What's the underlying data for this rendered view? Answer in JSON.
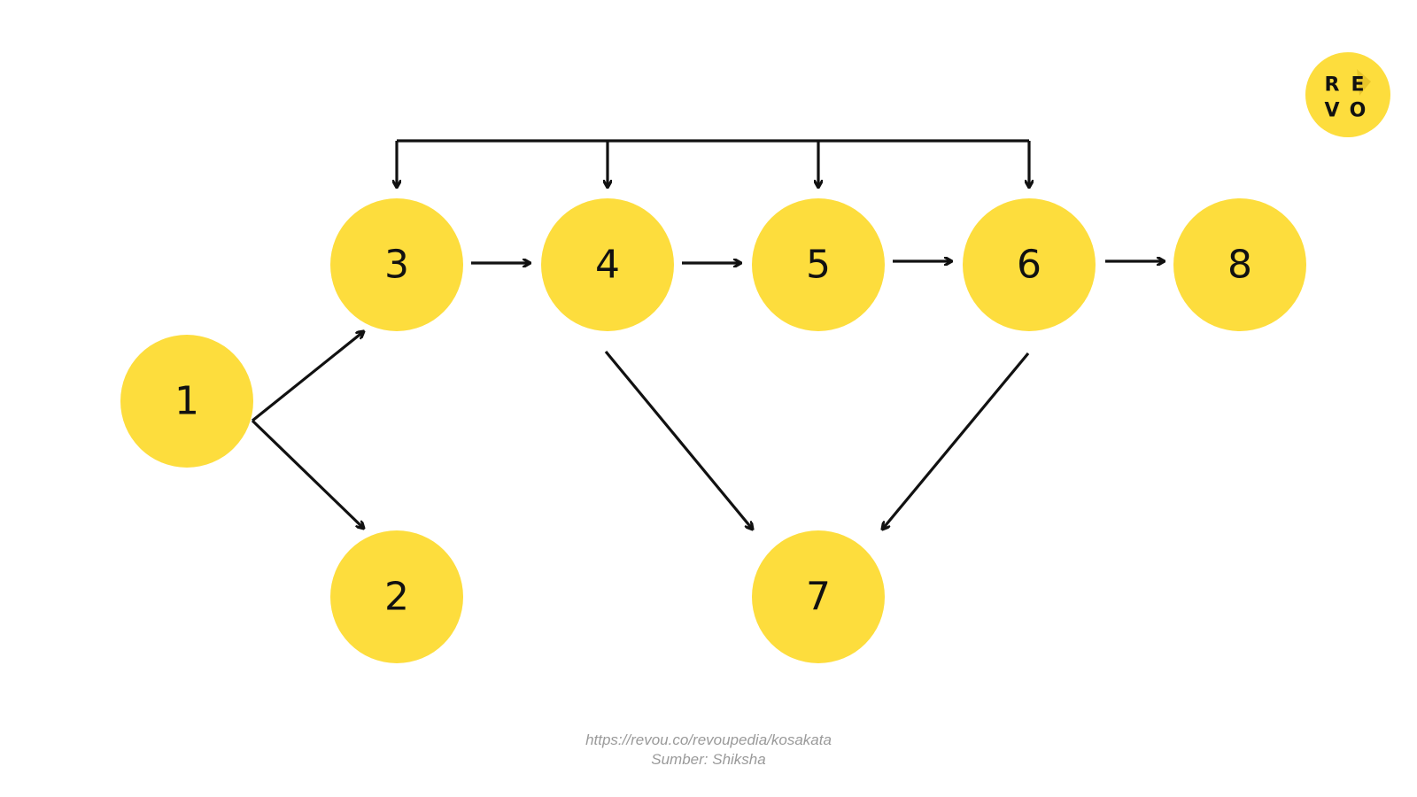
{
  "colors": {
    "node_fill": "#FDDD3D",
    "edge": "#111111",
    "footer_text": "#9a9a9a"
  },
  "logo": {
    "letters": [
      "R",
      "E",
      "V",
      "O"
    ],
    "icon": "revou-logo-icon"
  },
  "nodes": [
    {
      "id": "1",
      "label": "1"
    },
    {
      "id": "2",
      "label": "2"
    },
    {
      "id": "3",
      "label": "3"
    },
    {
      "id": "4",
      "label": "4"
    },
    {
      "id": "5",
      "label": "5"
    },
    {
      "id": "6",
      "label": "6"
    },
    {
      "id": "7",
      "label": "7"
    },
    {
      "id": "8",
      "label": "8"
    }
  ],
  "edges": [
    {
      "from": "1",
      "to": "3"
    },
    {
      "from": "1",
      "to": "2"
    },
    {
      "from": "3",
      "to": "4"
    },
    {
      "from": "4",
      "to": "5"
    },
    {
      "from": "5",
      "to": "6"
    },
    {
      "from": "6",
      "to": "8"
    },
    {
      "from": "4",
      "to": "7"
    },
    {
      "from": "6",
      "to": "7"
    }
  ],
  "bus": {
    "targets": [
      "3",
      "4",
      "5",
      "6"
    ]
  },
  "footer": {
    "url": "https://revou.co/revoupedia/kosakata",
    "source": "Sumber: Shiksha"
  }
}
